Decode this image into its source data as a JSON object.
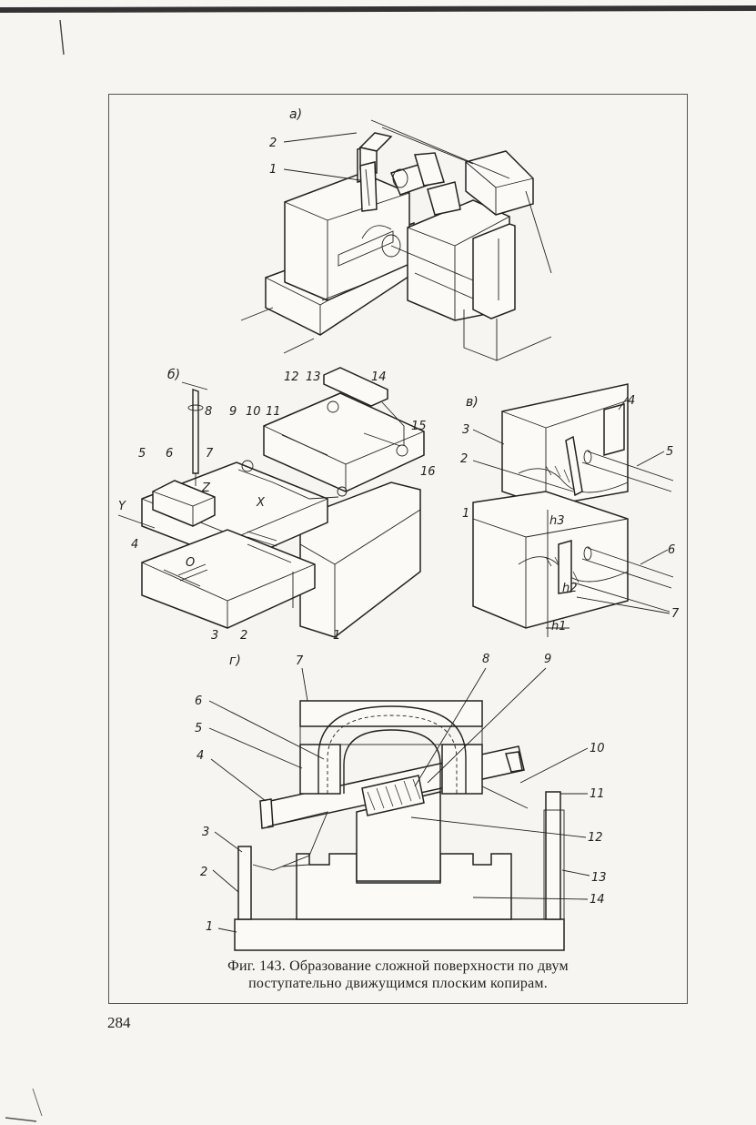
{
  "figure": {
    "panels": {
      "a": {
        "caption": "а)",
        "labels": [
          "2",
          "1"
        ]
      },
      "b": {
        "caption": "б)",
        "labels": [
          "8",
          "12",
          "13",
          "14",
          "9",
          "10",
          "11",
          "15",
          "5",
          "6",
          "7",
          "16",
          "Z",
          "X",
          "Y",
          "4",
          "O",
          "3",
          "2",
          "1"
        ]
      },
      "v": {
        "caption": "в)",
        "labels": [
          "4",
          "3",
          "5",
          "2",
          "1",
          "h3",
          "6",
          "h2",
          "7",
          "h1"
        ]
      },
      "g": {
        "caption": "г)",
        "labels": [
          "7",
          "8",
          "9",
          "6",
          "5",
          "10",
          "4",
          "11",
          "3",
          "12",
          "2",
          "13",
          "14",
          "1"
        ]
      }
    }
  },
  "caption": {
    "line1": "Фиг. 143. Образование сложной поверхности по двум",
    "line2": "поступательно движущимся плоским копирам."
  },
  "page_number": "284"
}
